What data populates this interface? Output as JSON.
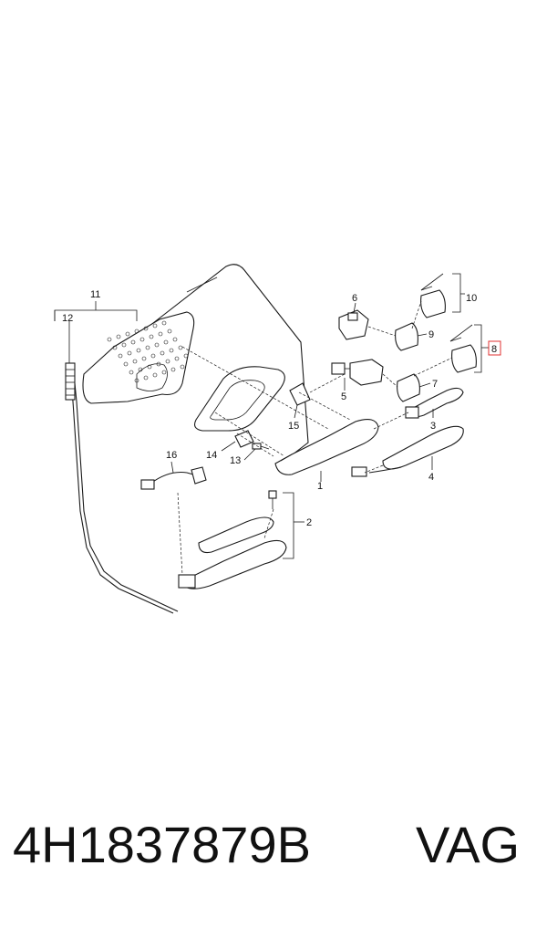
{
  "diagram": {
    "callouts": [
      {
        "id": "1",
        "label": "1"
      },
      {
        "id": "2",
        "label": "2"
      },
      {
        "id": "3",
        "label": "3"
      },
      {
        "id": "4",
        "label": "4"
      },
      {
        "id": "5",
        "label": "5"
      },
      {
        "id": "6",
        "label": "6"
      },
      {
        "id": "7",
        "label": "7"
      },
      {
        "id": "8",
        "label": "8",
        "highlighted": true,
        "highlight_color": "#e03030"
      },
      {
        "id": "9",
        "label": "9"
      },
      {
        "id": "10",
        "label": "10"
      },
      {
        "id": "11",
        "label": "11"
      },
      {
        "id": "12",
        "label": "12"
      },
      {
        "id": "13",
        "label": "13"
      },
      {
        "id": "14",
        "label": "14"
      },
      {
        "id": "15",
        "label": "15"
      },
      {
        "id": "16",
        "label": "16"
      }
    ]
  },
  "footer": {
    "part_number": "4H1837879B",
    "brand": "VAG"
  }
}
